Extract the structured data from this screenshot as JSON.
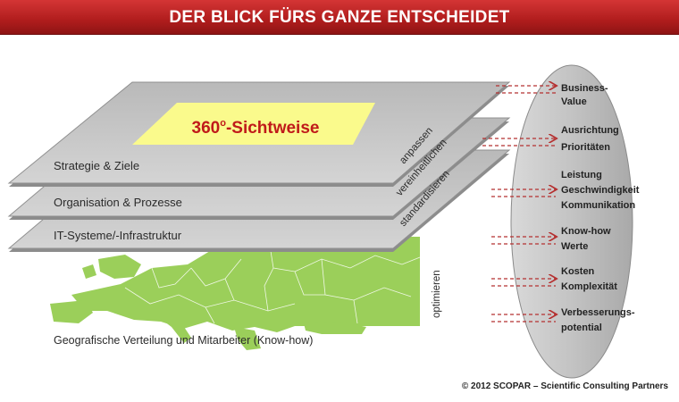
{
  "title": "DER BLICK FÜRS GANZE ENTSCHEIDET",
  "colors": {
    "title_bar": "#b52222",
    "layer_fill": "#c4c4c4",
    "highlight": "#fafa8c",
    "highlight_text": "#c01a1a",
    "map_green": "#9bcf5a",
    "arrow": "#b53030"
  },
  "layers": {
    "top": "Strategie & Ziele",
    "middle": "Organisation & Prozesse",
    "bottom": "IT-Systeme/-Infrastruktur"
  },
  "center_label": "360°-Sichtweise",
  "center_label_main": "360",
  "center_label_deg": "o",
  "center_label_rest": "-Sichtweise",
  "actions": [
    "anpassen",
    "vereinheitlichen",
    "standardisieren",
    "optimieren"
  ],
  "map_caption": "Geografische Verteilung und Mitarbeiter (Know-how)",
  "outcomes": [
    {
      "line1": "Business-",
      "line2": "Value",
      "line3": ""
    },
    {
      "line1": "Ausrichtung",
      "line2": "Prioritäten",
      "line3": ""
    },
    {
      "line1": "Leistung",
      "line2": "Geschwindigkeit",
      "line3": "Kommunikation"
    },
    {
      "line1": "Know-how",
      "line2": "Werte",
      "line3": ""
    },
    {
      "line1": "Kosten",
      "line2": "Komplexität",
      "line3": ""
    },
    {
      "line1": "Verbesserungs-",
      "line2": "potential",
      "line3": ""
    }
  ],
  "copyright": "© 2012 SCOPAR – Scientific Consulting Partners"
}
